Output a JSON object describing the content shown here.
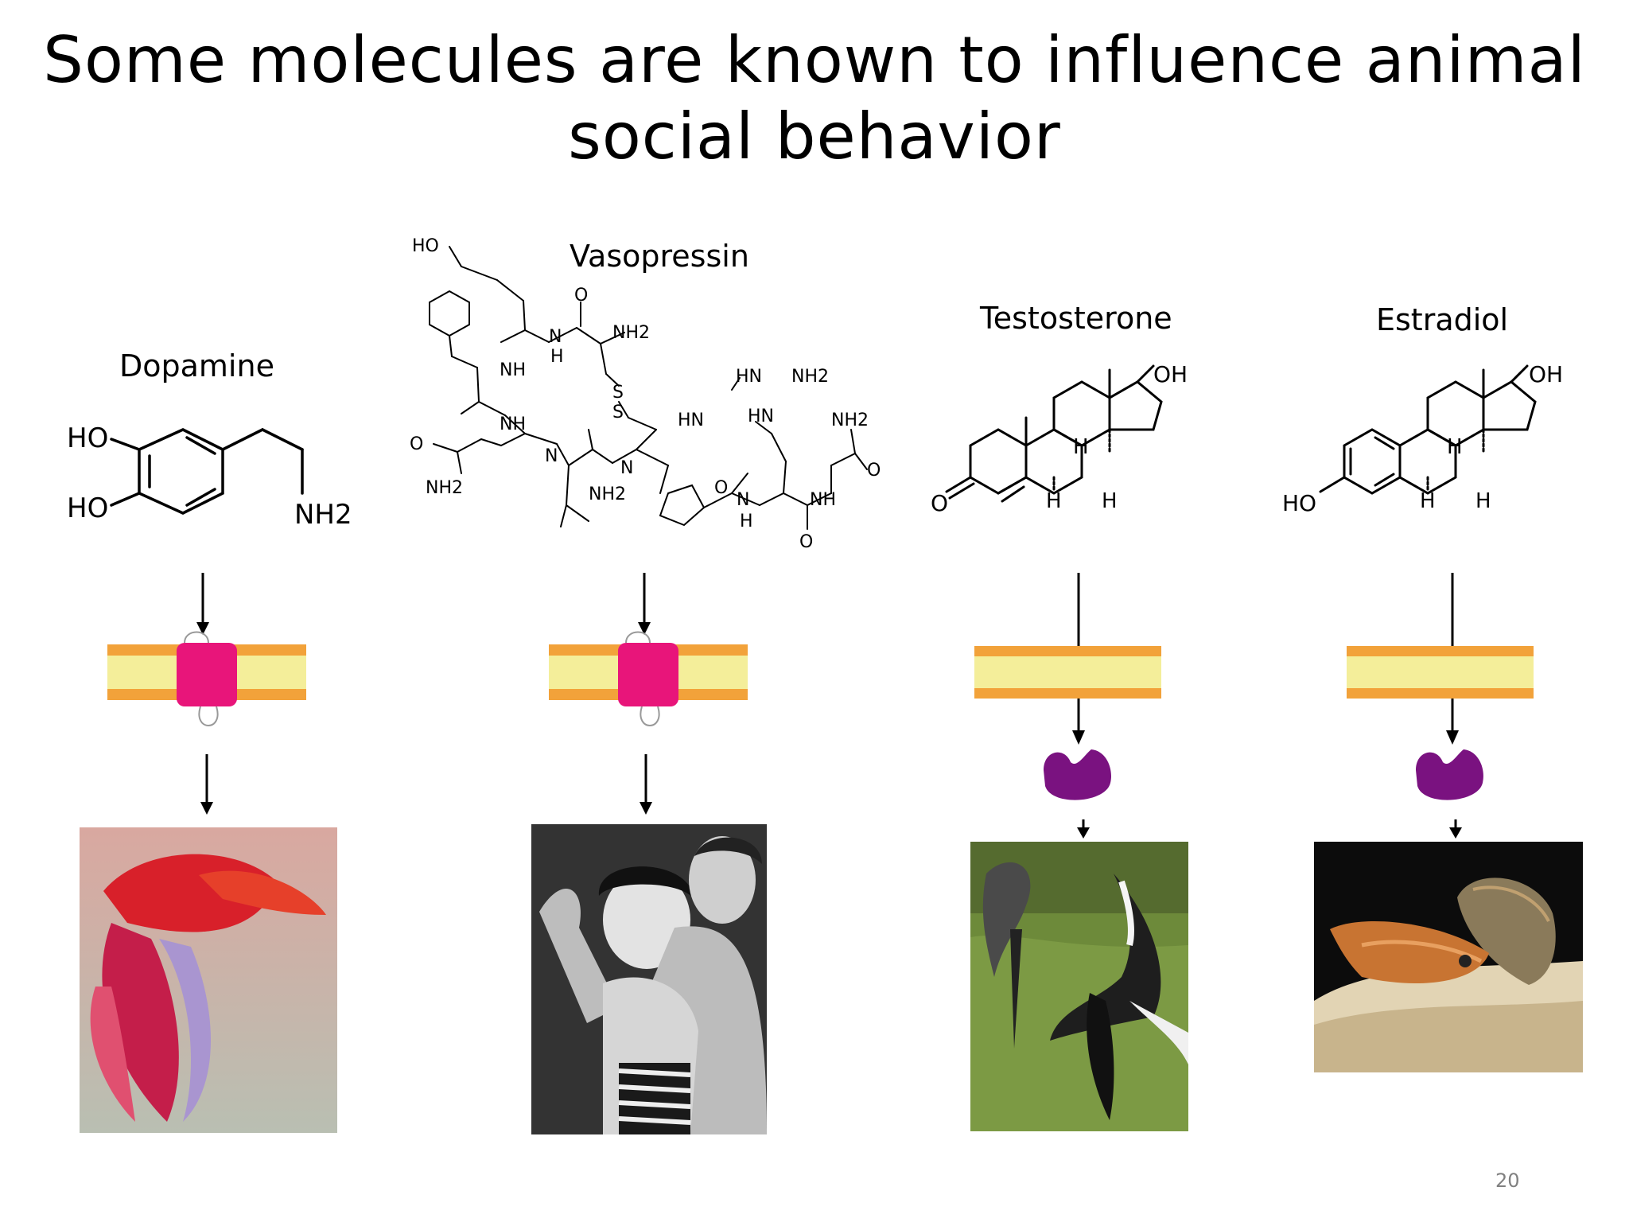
{
  "slide": {
    "title_line1": "Some molecules are known to influence animal",
    "title_line2": "social behavior",
    "page_number": "20"
  },
  "molecules": [
    {
      "name": "Dopamine",
      "pathway": "membrane-receptor",
      "atoms": {
        "ho_top": "HO",
        "ho_bottom": "HO",
        "amine": "NH2"
      }
    },
    {
      "name": "Vasopressin",
      "pathway": "membrane-receptor",
      "atoms": {
        "ho": "HO",
        "nh": "NH",
        "nh2": "NH2",
        "h": "H",
        "o": "O",
        "n": "N",
        "s": "S",
        "hn": "HN"
      }
    },
    {
      "name": "Testosterone",
      "pathway": "intracellular-receptor",
      "atoms": {
        "oh": "OH",
        "o": "O",
        "h": "H"
      }
    },
    {
      "name": "Estradiol",
      "pathway": "intracellular-receptor",
      "atoms": {
        "oh": "OH",
        "ho": "HO",
        "h": "H"
      }
    }
  ],
  "colors": {
    "receptor": "#e8157a",
    "nuclear_receptor": "#7a1280",
    "membrane_head": "#f2a23a",
    "membrane_tail": "#f4ee9a"
  },
  "photos": [
    {
      "subject": "betta fish photo"
    },
    {
      "subject": "vintage couple photo"
    },
    {
      "subject": "fighting birds photo"
    },
    {
      "subject": "spawning fish photo"
    }
  ]
}
